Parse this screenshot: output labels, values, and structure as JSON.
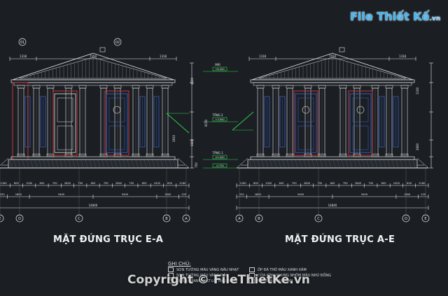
{
  "logo": {
    "text": "File Thiết Kế",
    "domain": ".vn"
  },
  "watermark": "Copyright © FileThietKe.vn",
  "left_elevation": {
    "title": "MẶT ĐỨNG TRỤC E-A",
    "axis_tags_top": [
      "01",
      "02"
    ],
    "top_dims": [
      "1318",
      "7550",
      "1318"
    ],
    "bottom_row1": [
      "2180",
      "800",
      "1000",
      "800",
      "790",
      "2840",
      "790",
      "800",
      "790",
      "2840",
      "790",
      "800",
      "1000",
      "800",
      "2180"
    ],
    "bottom_row2": [
      "220",
      "1800",
      "5400",
      "5400",
      "1800",
      "220"
    ],
    "total": "14840",
    "axis_labels": [
      "E",
      "D",
      "C",
      "B",
      "A"
    ]
  },
  "right_elevation": {
    "title": "MẶT ĐỨNG TRỤC A-E",
    "top_dims": [
      "1318",
      "7550",
      "1318"
    ],
    "bottom_row1": [
      "2180",
      "800",
      "1000",
      "800",
      "790",
      "2840",
      "790",
      "800",
      "790",
      "2840",
      "790",
      "800",
      "1000",
      "800",
      "2180"
    ],
    "bottom_row2": [
      "220",
      "1800",
      "5400",
      "5400",
      "1800",
      "220"
    ],
    "total": "14840",
    "axis_labels": [
      "A",
      "B",
      "C",
      "D",
      "E"
    ]
  },
  "levels": [
    {
      "name": "MÁI",
      "value": "+8.400"
    },
    {
      "name": "TẦNG 2",
      "value": "+3.900"
    },
    {
      "name": "TẦNG 1",
      "value": "±0.000"
    },
    {
      "name": "",
      "value": "-0.750"
    }
  ],
  "side_dims": [
    "4500",
    "3600",
    "9150",
    "3810",
    "750",
    "1100",
    "3600"
  ],
  "notes": {
    "title": "GHI CHÚ:",
    "items": [
      "SƠN TƯỜNG MÀU VÀNG NÂU NHẠT",
      "SƠN TƯỜNG MÀU VÀNG ĐẬM",
      "ỐP ĐÁ GRANIT MẶT LỒI MÀU VÀNG",
      "ỐP ĐÁ THÔ MÀU XANH XÁM",
      "CỬA KÍNH KHUNG NHÔM MÀU NHŨ ĐỒNG",
      "MÁI TÔN MÀU XANH"
    ]
  },
  "colors": {
    "background": "#1b1f24",
    "lines": "#e8e8e8",
    "green": "#2fd34b",
    "blue": "#3a68d8",
    "red": "#d43a3a"
  }
}
